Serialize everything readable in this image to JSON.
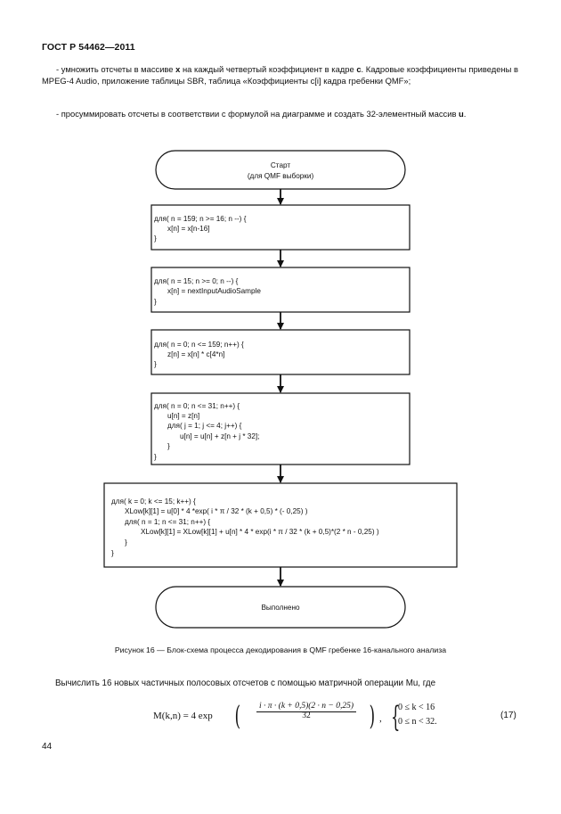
{
  "header": {
    "title": "ГОСТ Р 54462—2011"
  },
  "paragraphs": {
    "p1_a": "- умножить отсчеты в массиве ",
    "p1_b": "x",
    "p1_c": " на каждый четвертый коэффициент в кадре ",
    "p1_d": "c",
    "p1_e": ". Кадровые коэффициенты приведены в MPEG-4 Audio, приложение таблицы SBR, таблица «Коэффициенты c[i] кадра гребенки QMF»;",
    "p2_a": "- просуммировать отсчеты в соответствии с формулой на диаграмме и создать 32-элементный массив ",
    "p2_b": "u",
    "p2_c": "."
  },
  "flowchart": {
    "start_line1": "Старт",
    "start_line2": "(для QMF выборки)",
    "box1": [
      "для( n = 159; n >= 16; n --)  {",
      "x[n] = x[n-16]",
      "}"
    ],
    "box2": [
      "для( n = 15; n >= 0; n --)  {",
      "x[n] = nextInputAudioSample",
      "}"
    ],
    "box3": [
      "для( n = 0; n <= 159; n++)  {",
      "z[n] = x[n] * c[4*n]",
      "}"
    ],
    "box4": [
      "для( n = 0; n <= 31; n++)  {",
      "u[n] = z[n]",
      "для( j = 1; j <= 4; j++)  {",
      "u[n] = u[n] + z[n + j * 32];",
      "}",
      "}"
    ],
    "box5": [
      "для( k = 0; k <= 15; k++)  {",
      "XLow[k][1] = u[0] * 4 *exp( i * π / 32 * (k + 0,5) * (- 0,25) )",
      "для( n = 1; n <= 31; n++)  {",
      "XLow[k][1] = XLow[k][1] + u[n] * 4 * exp(i * π / 32 * (k + 0,5)*(2 * n - 0,25) )",
      "}",
      "}"
    ],
    "end_label": "Выполнено"
  },
  "caption": "Рисунок   16 — Блок-схема процесса декодирования в QMF гребенке 16-канального анализа",
  "intro": "Вычислить 16 новых частичных полосовых отсчетов с помощью матричной операции Mu, где",
  "formula": {
    "lhs": "M(k,n) = 4 exp",
    "numerator": "i · π · (k + 0,5)(2 · n − 0,25)",
    "denominator": "32",
    "cond1": "0 ≤ k < 16",
    "cond2": "0 ≤ n < 32",
    "end_dot": ".",
    "number": "(17)"
  },
  "page_number": "44"
}
